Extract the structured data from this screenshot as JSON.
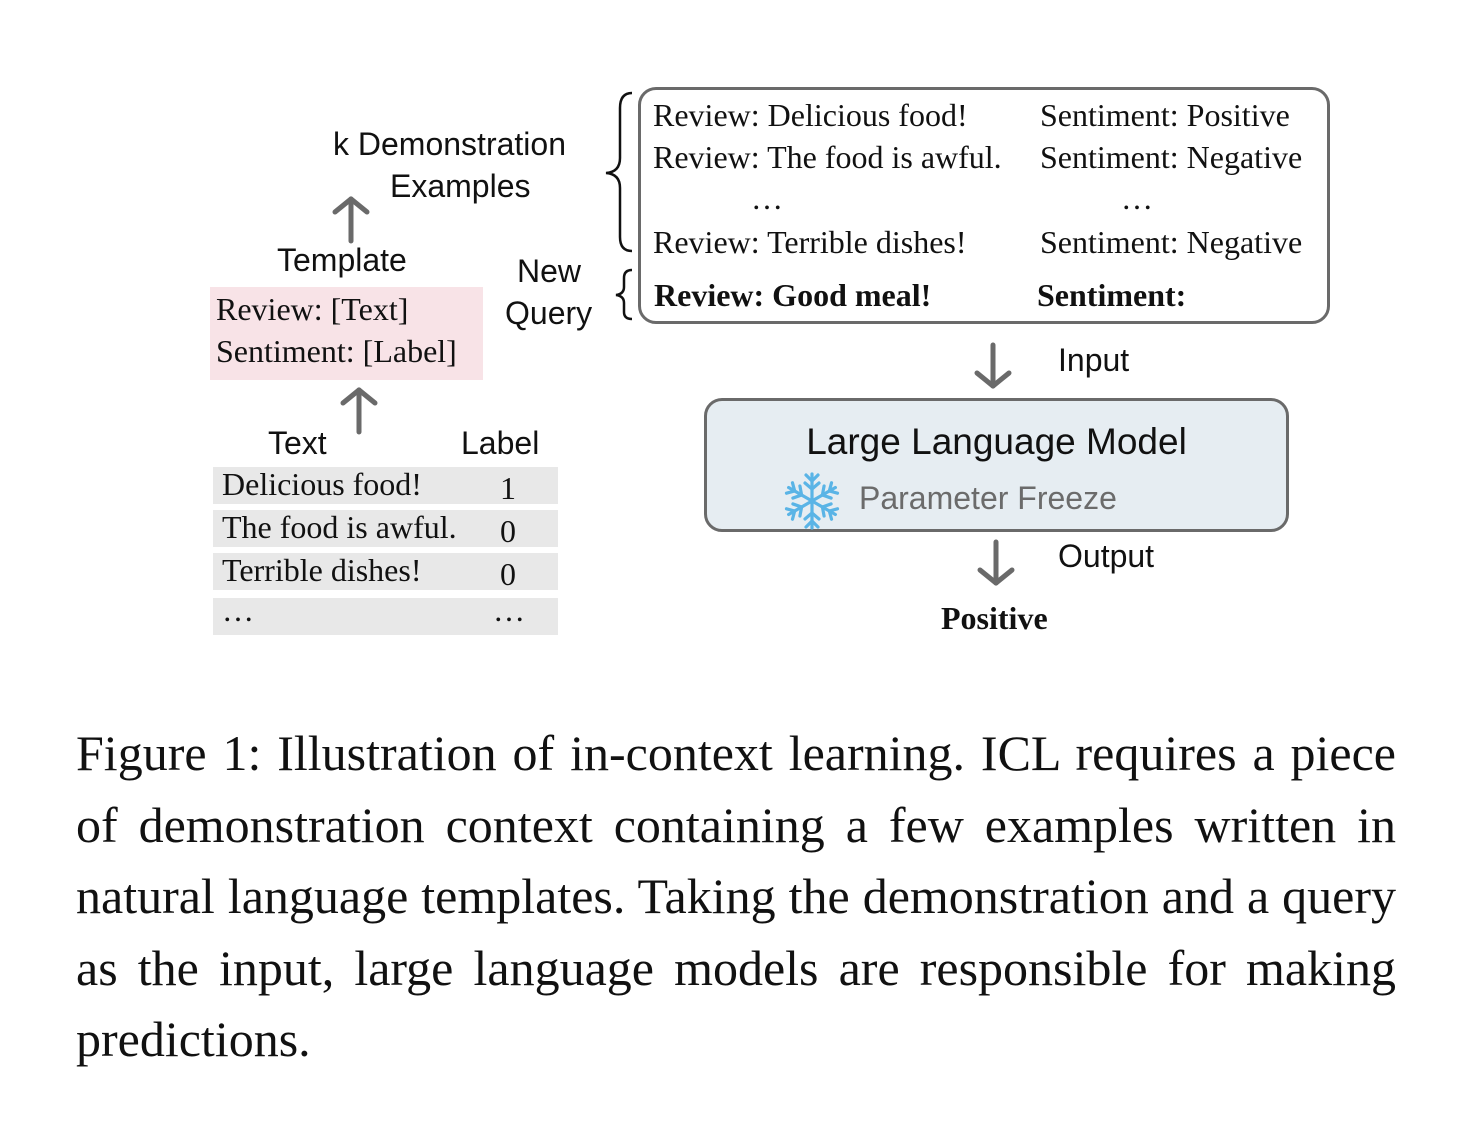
{
  "diagram": {
    "demonstration_label": "k Demonstration Examples",
    "demonstration_label_lines": [
      "k Demonstration",
      "Examples"
    ],
    "template_label": "Template",
    "template_lines": [
      "Review: [Text]",
      "Sentiment: [Label]"
    ],
    "table": {
      "headers": {
        "text": "Text",
        "label": "Label"
      },
      "rows": [
        {
          "text": "Delicious food!",
          "label": "1"
        },
        {
          "text": "The food is awful.",
          "label": "0"
        },
        {
          "text": "Terrible dishes!",
          "label": "0"
        },
        {
          "text": "…",
          "label": "…"
        }
      ]
    },
    "new_query_label": "New Query",
    "new_query_lines": [
      "New",
      "Query"
    ],
    "demonstrations": [
      {
        "review": "Review: Delicious food!",
        "sentiment": "Sentiment: Positive"
      },
      {
        "review": "Review: The food is awful.",
        "sentiment": "Sentiment: Negative"
      },
      {
        "review": "…",
        "sentiment": "…"
      },
      {
        "review": "Review: Terrible dishes!",
        "sentiment": "Sentiment: Negative"
      }
    ],
    "query": {
      "review_prefix": "Review:",
      "review_text": "Good meal!",
      "sentiment": "Sentiment:"
    },
    "input_label": "Input",
    "model": {
      "title": "Large Language Model",
      "subtitle": "Parameter Freeze",
      "icon": "snowflake-icon",
      "icon_color": "#5ab4e6"
    },
    "output_label": "Output",
    "output_value": "Positive"
  },
  "caption": "Figure 1: Illustration of in-context learning. ICL requires a piece of demonstration context containing a few examples written in natural language templates. Taking the demonstration and a query as the input, large language models are responsible for making predictions."
}
